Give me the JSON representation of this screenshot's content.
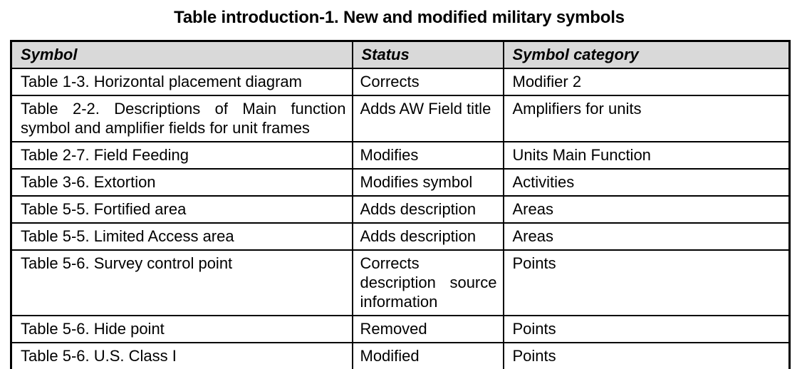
{
  "caption": "Table introduction-1. New and modified military symbols",
  "table": {
    "columns": [
      {
        "label": "Symbol"
      },
      {
        "label": "Status"
      },
      {
        "label": "Symbol category"
      }
    ],
    "rows": [
      {
        "symbol": "Table 1-3. Horizontal placement diagram",
        "status": "Corrects",
        "category": "Modifier 2"
      },
      {
        "symbol": "Table 2-2. Descriptions of Main function symbol and amplifier fields for unit frames",
        "status": "Adds AW Field title",
        "category": "Amplifiers for units"
      },
      {
        "symbol": "Table 2-7. Field Feeding",
        "status": "Modifies",
        "category": "Units Main Function"
      },
      {
        "symbol": "Table 3-6. Extortion",
        "status": "Modifies symbol",
        "category": "Activities"
      },
      {
        "symbol": "Table 5-5. Fortified area",
        "status": "Adds description",
        "category": "Areas"
      },
      {
        "symbol": "Table 5-5. Limited Access area",
        "status": "Adds description",
        "category": "Areas"
      },
      {
        "symbol": "Table 5-6. Survey control point",
        "status": "Corrects description source information",
        "category": "Points"
      },
      {
        "symbol": "Table 5-6. Hide point",
        "status": "Removed",
        "category": "Points"
      },
      {
        "symbol": "Table 5-6. U.S. Class I",
        "status": "Modified",
        "category": "Points"
      }
    ]
  },
  "colors": {
    "header_bg": "#d9d9d9",
    "border": "#000000",
    "text": "#000000",
    "background": "#ffffff"
  }
}
